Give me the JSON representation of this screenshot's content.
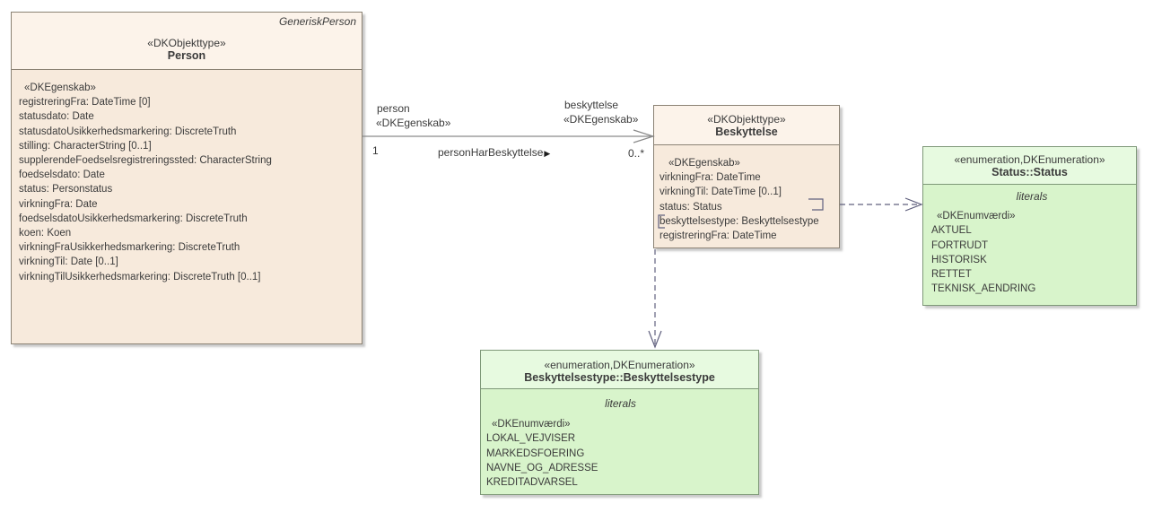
{
  "person_class": {
    "tag": "GeneriskPerson",
    "stereotype": "«DKObjekttype»",
    "name": "Person",
    "attr_stereotype": "«DKEgenskab»",
    "attributes": [
      "registreringFra: DateTime [0]",
      "statusdato: Date",
      "statusdatoUsikkerhedsmarkering: DiscreteTruth",
      "stilling: CharacterString [0..1]",
      "supplerendeFoedselsregistreringssted: CharacterString",
      "foedselsdato: Date",
      "status: Personstatus",
      "virkningFra: Date",
      "foedselsdatoUsikkerhedsmarkering: DiscreteTruth",
      "koen: Koen",
      "virkningFraUsikkerhedsmarkering: DiscreteTruth",
      "virkningTil: Date [0..1]",
      "virkningTilUsikkerhedsmarkering: DiscreteTruth [0..1]"
    ]
  },
  "beskyttelse_class": {
    "stereotype": "«DKObjekttype»",
    "name": "Beskyttelse",
    "attr_stereotype": "«DKEgenskab»",
    "attributes": [
      "virkningFra: DateTime",
      "virkningTil: DateTime [0..1]",
      "status: Status",
      "beskyttelsestype: Beskyttelsestype",
      "registreringFra: DateTime"
    ]
  },
  "status_enum": {
    "stereotype": "«enumeration,DKEnumeration»",
    "name": "Status::Status",
    "section_label": "literals",
    "value_stereotype": "«DKEnumværdi»",
    "values": [
      "AKTUEL",
      "FORTRUDT",
      "HISTORISK",
      "RETTET",
      "TEKNISK_AENDRING"
    ]
  },
  "beskyttelsestype_enum": {
    "stereotype": "«enumeration,DKEnumeration»",
    "name": "Beskyttelsestype::Beskyttelsestype",
    "section_label": "literals",
    "value_stereotype": "«DKEnumværdi»",
    "values": [
      "LOKAL_VEJVISER",
      "MARKEDSFOERING",
      "NAVNE_OG_ADRESSE",
      "KREDITADVARSEL"
    ]
  },
  "association": {
    "source_role": "person",
    "source_stereotype": "«DKEgenskab»",
    "source_multiplicity": "1",
    "name": "personHarBeskyttelse",
    "direction_arrow": "▶",
    "target_role": "beskyttelse",
    "target_stereotype": "«DKEgenskab»",
    "target_multiplicity": "0..*"
  },
  "colors": {
    "class_fill": "#f7eadc",
    "class_header_fill": "#fcf3ea",
    "class_border": "#8b8274",
    "enum_fill": "#d8f4cb",
    "enum_header_fill": "#e7fae0",
    "enum_border": "#7e9878",
    "solid_connector": "#8a8a8a",
    "dashed_connector": "#60607e",
    "text": "#3b3b3b",
    "background": "#ffffff"
  }
}
